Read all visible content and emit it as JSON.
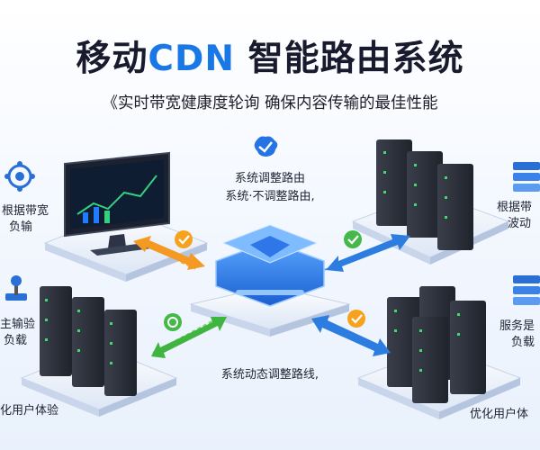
{
  "title": {
    "part1": "移动",
    "accent": "CDN",
    "part2": " 智能路由系统"
  },
  "subtitle": "《实时带宽健康度轮询  确保内容传输的最佳性能",
  "center": {
    "line1": "系统调整路由",
    "line2": "系统·不调整路由,",
    "bottom": "系统动态调整路线,"
  },
  "left_labels": {
    "top_line1": "根据带宽",
    "top_line2": "负输",
    "mid_line1": "主输验",
    "mid_line2": "负载",
    "bottom": "化用户体验"
  },
  "right_labels": {
    "top_line1": "根据带",
    "top_line2": "波动",
    "mid_line1": "服务是",
    "mid_line2": "负载",
    "bottom": "优化用户体"
  },
  "colors": {
    "accent": "#1a78e6",
    "green": "#3fb53f",
    "orange": "#f49a22",
    "blue": "#2d7de0"
  }
}
